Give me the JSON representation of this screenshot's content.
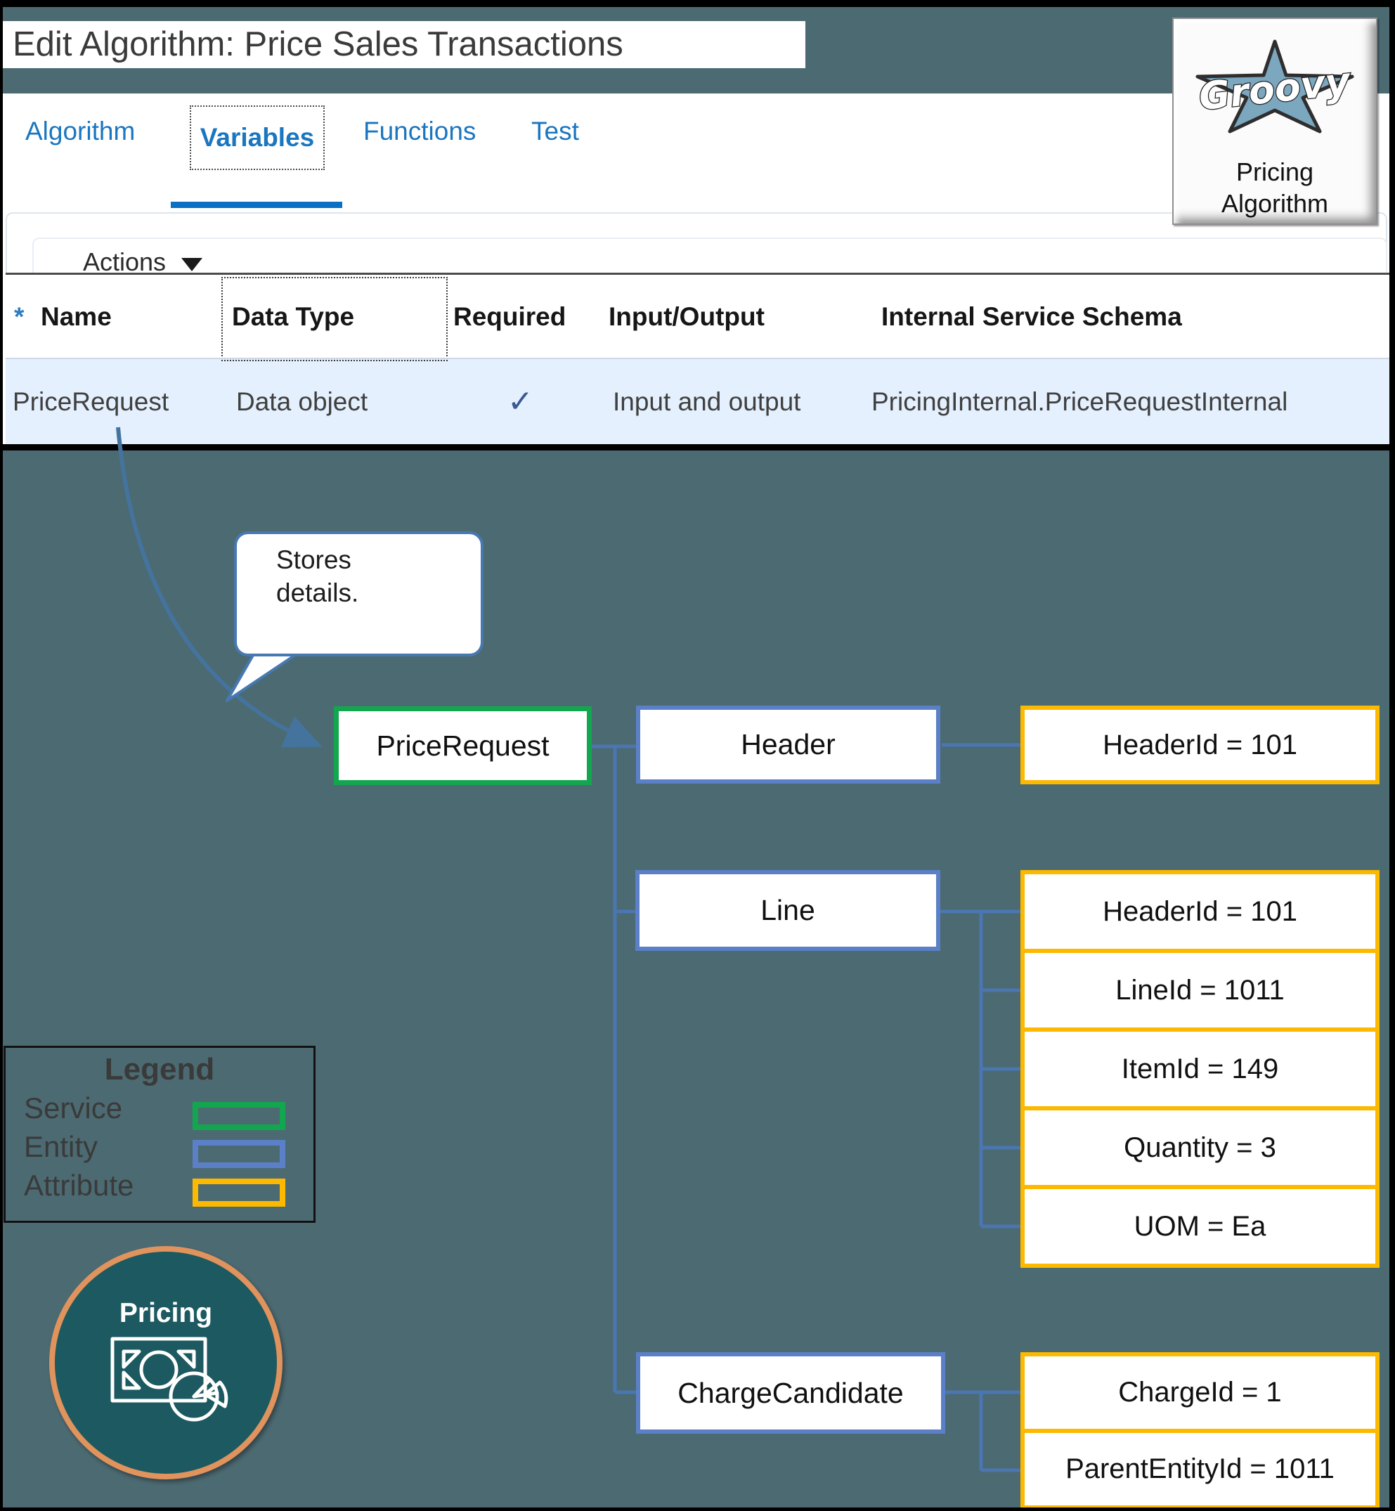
{
  "window": {
    "title": "Edit Algorithm: Price Sales Transactions"
  },
  "badge": {
    "logo_text": "Groovy",
    "caption_line1": "Pricing",
    "caption_line2": "Algorithm"
  },
  "tabs": [
    {
      "label": "Algorithm",
      "active": false
    },
    {
      "label": "Variables",
      "active": true
    },
    {
      "label": "Functions",
      "active": false
    },
    {
      "label": "Test",
      "active": false
    }
  ],
  "toolbar": {
    "actions_label": "Actions"
  },
  "table": {
    "required_marker": "*",
    "columns": [
      "Name",
      "Data Type",
      "Required",
      "Input/Output",
      "Internal Service Schema"
    ],
    "row": {
      "name": "PriceRequest",
      "data_type": "Data object",
      "required_check": "✓",
      "input_output": "Input and output",
      "schema": "PricingInternal.PriceRequestInternal"
    }
  },
  "callout": {
    "text": "Stores\ndetails."
  },
  "diagram": {
    "service": {
      "label": "PriceRequest"
    },
    "groups": [
      {
        "entity": "Header",
        "attributes": [
          "HeaderId = 101"
        ]
      },
      {
        "entity": "Line",
        "attributes": [
          "HeaderId = 101",
          "LineId = 1011",
          "ItemId = 149",
          "Quantity = 3",
          "UOM = Ea"
        ]
      },
      {
        "entity": "ChargeCandidate",
        "attributes": [
          "ChargeId = 1",
          "ParentEntityId = 1011"
        ]
      }
    ]
  },
  "legend": {
    "title": "Legend",
    "items": [
      {
        "label": "Service",
        "color": "#12a74e"
      },
      {
        "label": "Entity",
        "color": "#5b80c7"
      },
      {
        "label": "Attribute",
        "color": "#fcb900"
      }
    ]
  },
  "sticker": {
    "label": "Pricing"
  },
  "colors": {
    "background": "#4c6a72",
    "service_border": "#12a74e",
    "entity_border": "#5b80c7",
    "attribute_border": "#fcb900",
    "connector": "#4a76b2",
    "annotation_arrow": "#44739e",
    "tab_blue": "#1b76c0",
    "tab_underline": "#0b6fc4",
    "row_highlight": "#e4f0fd",
    "check_blue": "#39598f",
    "sticker_fill": "#1c5960",
    "sticker_border": "#e0935c"
  }
}
